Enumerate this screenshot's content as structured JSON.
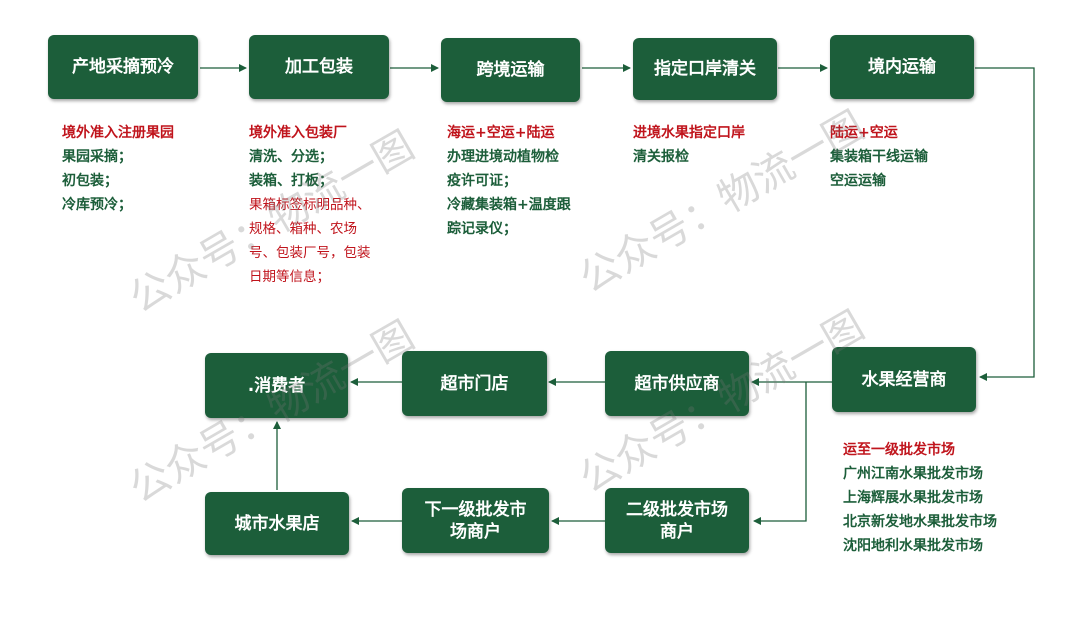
{
  "boxes": {
    "b1": "产地采摘预冷",
    "b2": "加工包装",
    "b3": "跨境运输",
    "b4": "指定口岸清关",
    "b5": "境内运输",
    "b6": "水果经营商",
    "b7": "超市供应商",
    "b8": "超市门店",
    "b9": ".消费者",
    "b10": "二级批发市场商户",
    "b11": "下一级批发市场商户",
    "b12": "城市水果店"
  },
  "notes": {
    "n1": {
      "title": "境外准入注册果园",
      "lines": [
        "果园采摘；",
        "初包装；",
        "冷库预冷；"
      ]
    },
    "n2": {
      "title": "境外准入包装厂",
      "lines": [
        "清洗、分选；",
        "装箱、打板；"
      ],
      "detail": [
        "果箱标签标明品种、",
        "规格、箱种、农场",
        "号、包装厂号，包装",
        "日期等信息；"
      ]
    },
    "n3": {
      "title": "海运+空运+陆运",
      "lines": [
        "办理进境动植物检",
        "疫许可证；",
        "冷藏集装箱+温度跟",
        "踪记录仪；"
      ]
    },
    "n4": {
      "title": "进境水果指定口岸",
      "lines": [
        "清关报检"
      ]
    },
    "n5": {
      "title": "陆运+空运",
      "lines": [
        "集装箱干线运输",
        "空运运输"
      ]
    },
    "n6": {
      "title": "运至一级批发市场",
      "lines": [
        "广州江南水果批发市场",
        "上海辉展水果批发市场",
        "北京新发地水果批发市场",
        "沈阳地利水果批发市场"
      ]
    }
  },
  "watermark": "公众号：物流一图",
  "colors": {
    "box": "#1c5e3a",
    "accent_red": "#c0141c",
    "line": "#1c5e3a"
  }
}
